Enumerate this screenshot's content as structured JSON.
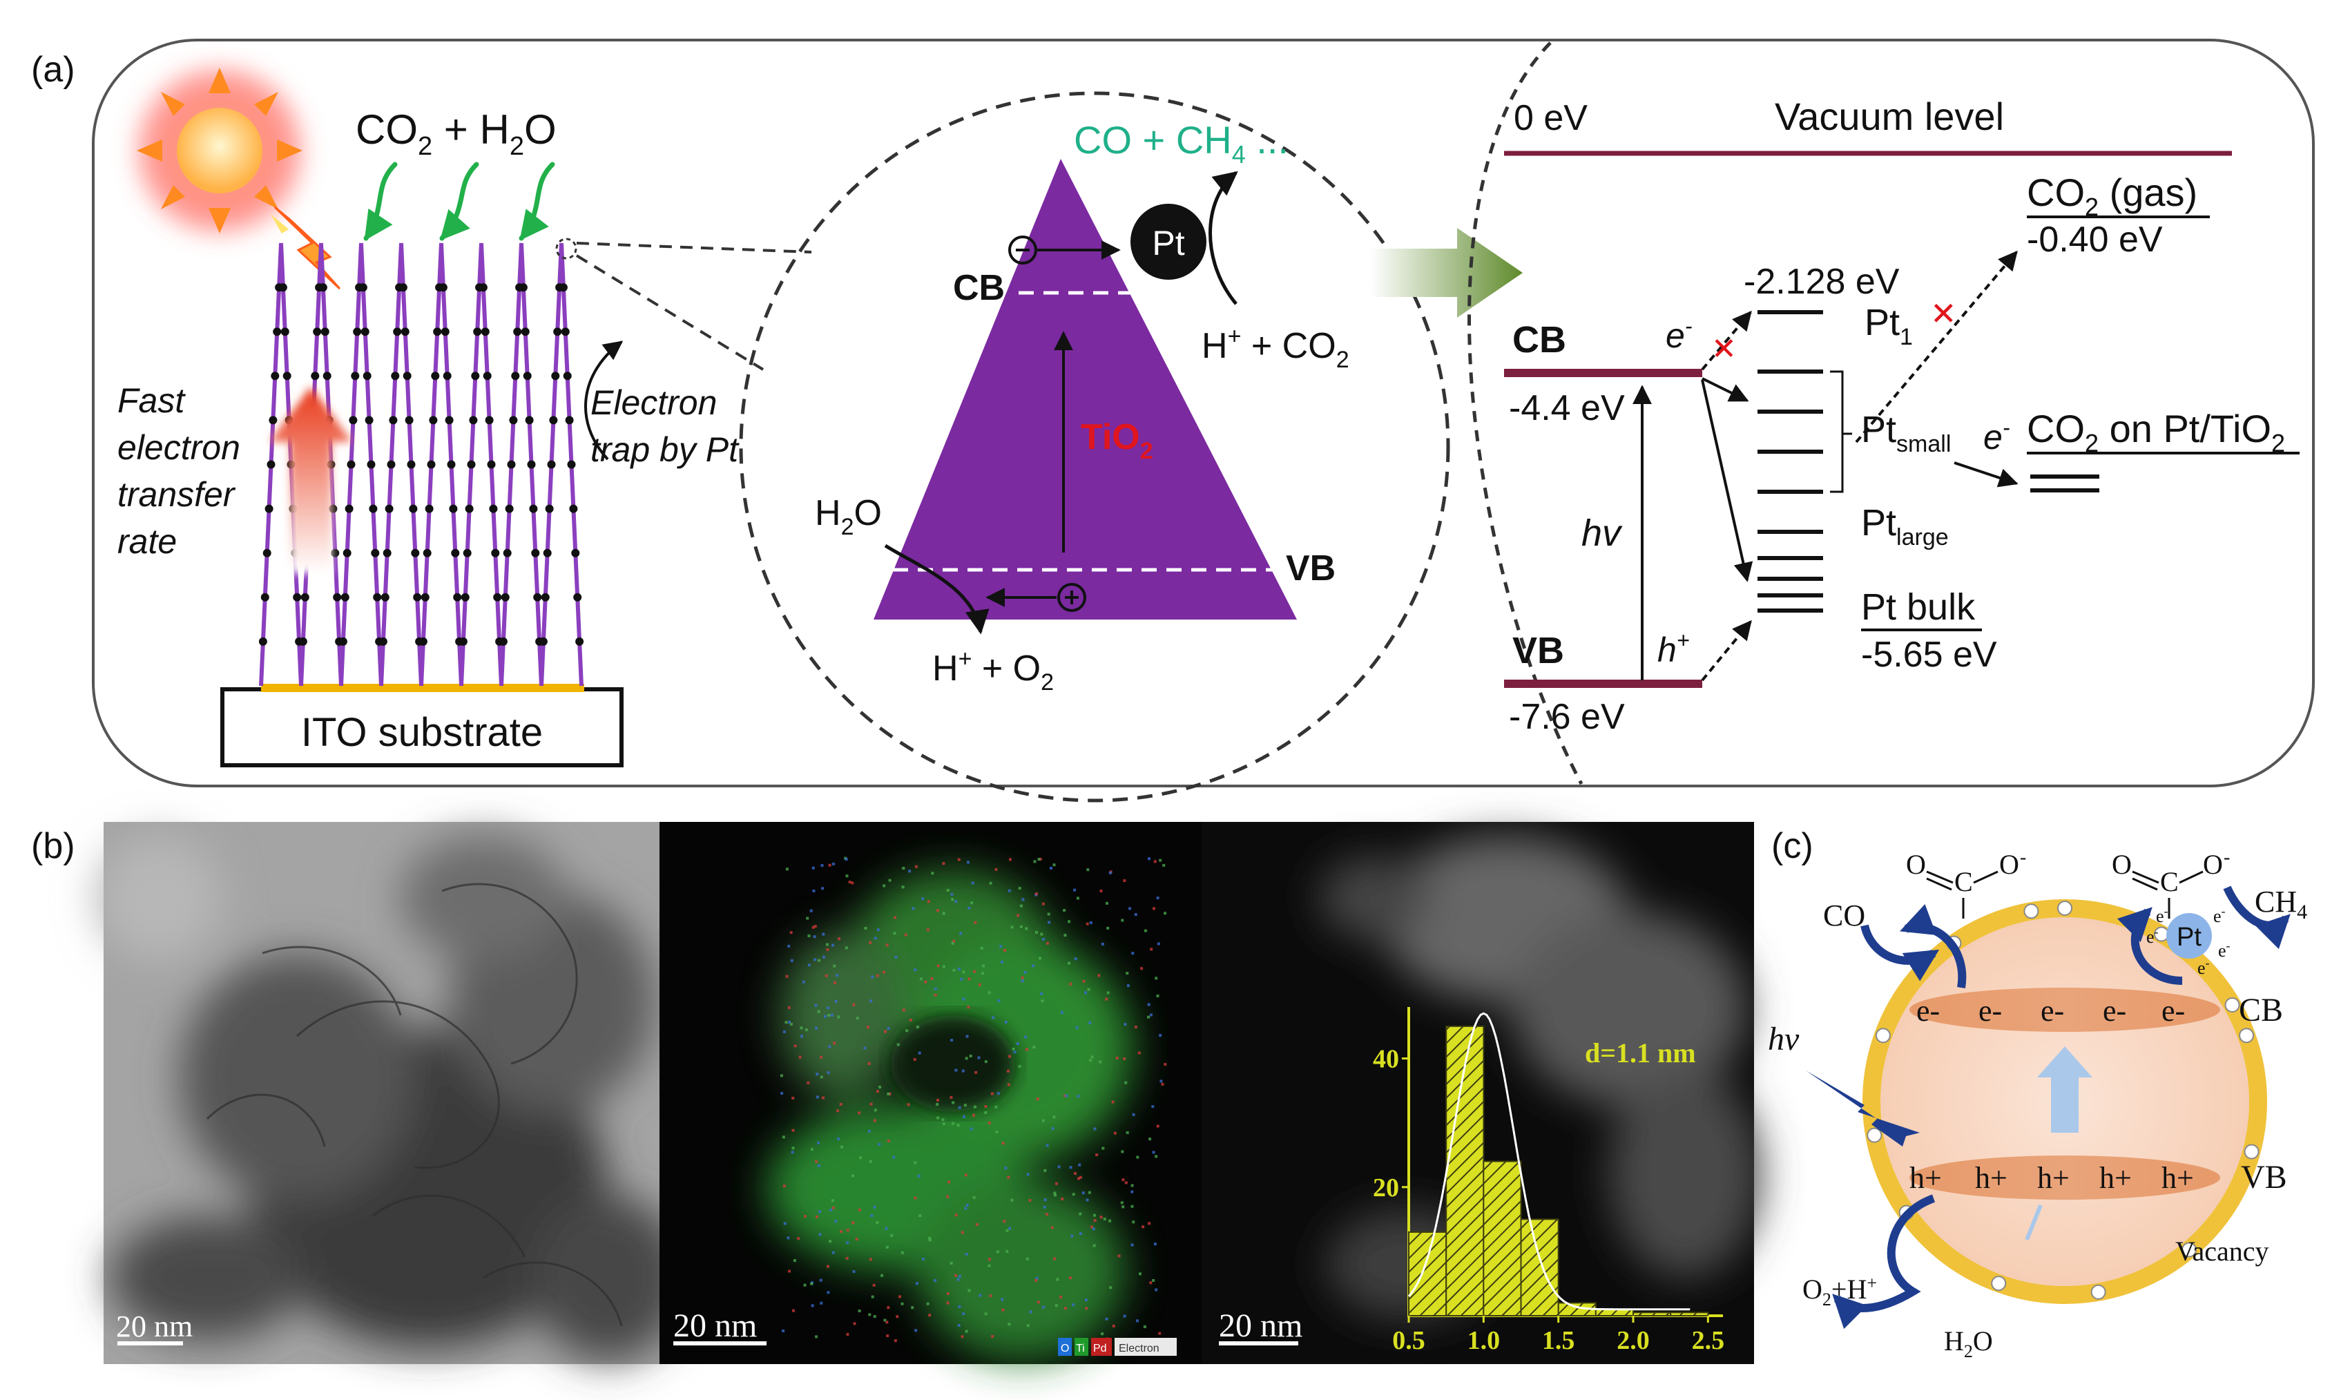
{
  "panels": {
    "a": {
      "label": "(a)",
      "left": {
        "reactants": "CO2 + H2O",
        "substrate": "ITO substrate",
        "fast_transfer": [
          "Fast",
          "electron",
          "transfer",
          "rate"
        ],
        "trap": [
          "Electron",
          "trap by Pt"
        ]
      },
      "middle": {
        "products": "CO + CH4 ...",
        "pt": "Pt",
        "cb": "CB",
        "vb": "VB",
        "material": "TiO2",
        "h_co2": "H+ + CO2",
        "h2o": "H2O",
        "h_o2": "H+ + O2"
      },
      "right": {
        "zero": "0 eV",
        "vacuum": "Vacuum level",
        "co2_gas": "CO2 (gas)",
        "co2_gas_ev": "-0.40 eV",
        "pt1_ev": "-2.128 eV",
        "cb": "CB",
        "cb_ev": "-4.4 eV",
        "vb": "VB",
        "vb_ev": "-7.6 eV",
        "e_minus": "e-",
        "h_plus": "h+",
        "hv": "hv",
        "pt1": "Pt1",
        "pt_small": "Ptsmall",
        "pt_large": "Ptlarge",
        "pt_bulk": "Pt bulk",
        "pt_bulk_ev": "-5.65 eV",
        "co2_on": "CO2 on Pt/TiO2"
      }
    },
    "b": {
      "label": "(b)",
      "scale1": "20 nm",
      "scale2": "20 nm",
      "scale3": "20 nm",
      "legend": [
        "O",
        "Ti",
        "Pd",
        "Electron"
      ],
      "size_label": "d=1.1 nm"
    },
    "c": {
      "label": "(c)",
      "co": "CO",
      "ch4": "CH4",
      "cb": "CB",
      "vb": "VB",
      "hv": "hv",
      "pt": "Pt",
      "vacancy": "Vacancy",
      "o2h": "O2+H+",
      "h2o": "H2O",
      "electrons": [
        "e-",
        "e-",
        "e-",
        "e-",
        "e-"
      ],
      "holes": [
        "h+",
        "h+",
        "h+",
        "h+",
        "h+"
      ]
    }
  },
  "chart_data": {
    "type": "bar",
    "title": "d=1.1 nm",
    "xlabel": "",
    "ylabel": "",
    "x": [
      0.625,
      0.875,
      1.125,
      1.375,
      1.625,
      1.875,
      2.125,
      2.375
    ],
    "values": [
      13,
      45,
      24,
      15,
      2,
      1,
      0.5,
      0.5
    ],
    "bin_width": 0.25,
    "xticks": [
      "0.5",
      "1.0",
      "1.5",
      "2.0",
      "2.5"
    ],
    "yticks": [
      "20",
      "40"
    ],
    "xlim": [
      0.5,
      2.6
    ],
    "ylim": [
      0,
      48
    ],
    "fit": "gaussian",
    "fit_center": 1.0,
    "fit_sigma": 0.2,
    "fit_amplitude": 46,
    "fit_baseline": 1
  },
  "colors": {
    "purple": "#7b2aa0",
    "maroon": "#7d1f3f",
    "green": "#2eaa3c",
    "teal": "#1fb089",
    "red": "#d8202a",
    "chart": "#d9e021",
    "gold": "#f0c23a"
  }
}
